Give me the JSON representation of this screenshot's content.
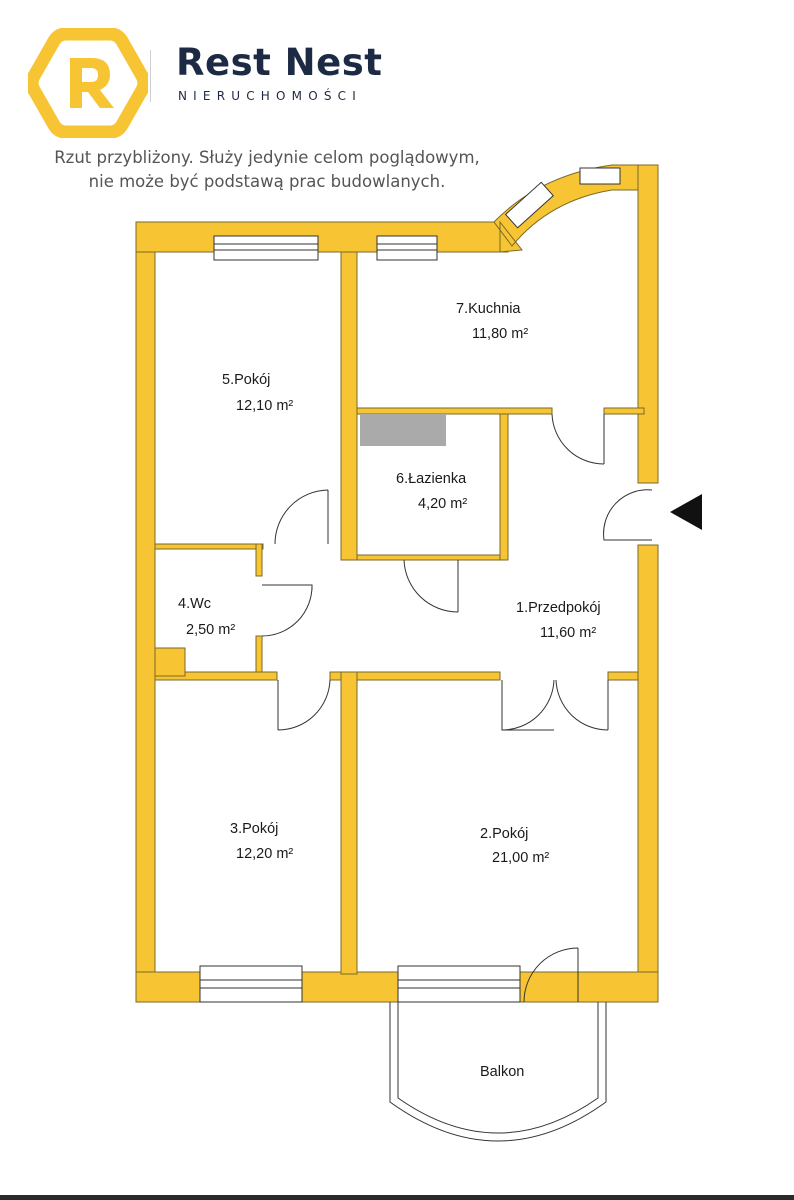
{
  "brand": {
    "name": "Rest Nest",
    "subtitle": "NIERUCHOMOŚCI",
    "logo_letter": "R",
    "accent_color": "#F7C533",
    "text_color": "#1D2A44"
  },
  "disclaimer": {
    "line1": "Rzut przybliżony. Służy jedynie celom poglądowym,",
    "line2": "nie może być podstawą prac budowlanych."
  },
  "rooms": [
    {
      "id": "przedpokoj",
      "name": "1.Przedpokój",
      "area": "11,60 m²"
    },
    {
      "id": "pokoj2",
      "name": "2.Pokój",
      "area": "21,00 m²"
    },
    {
      "id": "pokoj3",
      "name": "3.Pokój",
      "area": "12,20 m²"
    },
    {
      "id": "wc",
      "name": "4.Wc",
      "area": "2,50 m²"
    },
    {
      "id": "pokoj5",
      "name": "5.Pokój",
      "area": "12,10 m²"
    },
    {
      "id": "lazienka",
      "name": "6.Łazienka",
      "area": "4,20 m²"
    },
    {
      "id": "kuchnia",
      "name": "7.Kuchnia",
      "area": "11,80 m²"
    }
  ],
  "balcony": {
    "label": "Balkon"
  },
  "colors": {
    "wall": "#F7C533",
    "wall_outline": "#8a7a3a",
    "fixture": "#aaaaaa"
  },
  "icons": {
    "entrance": "entrance-arrow-icon"
  }
}
